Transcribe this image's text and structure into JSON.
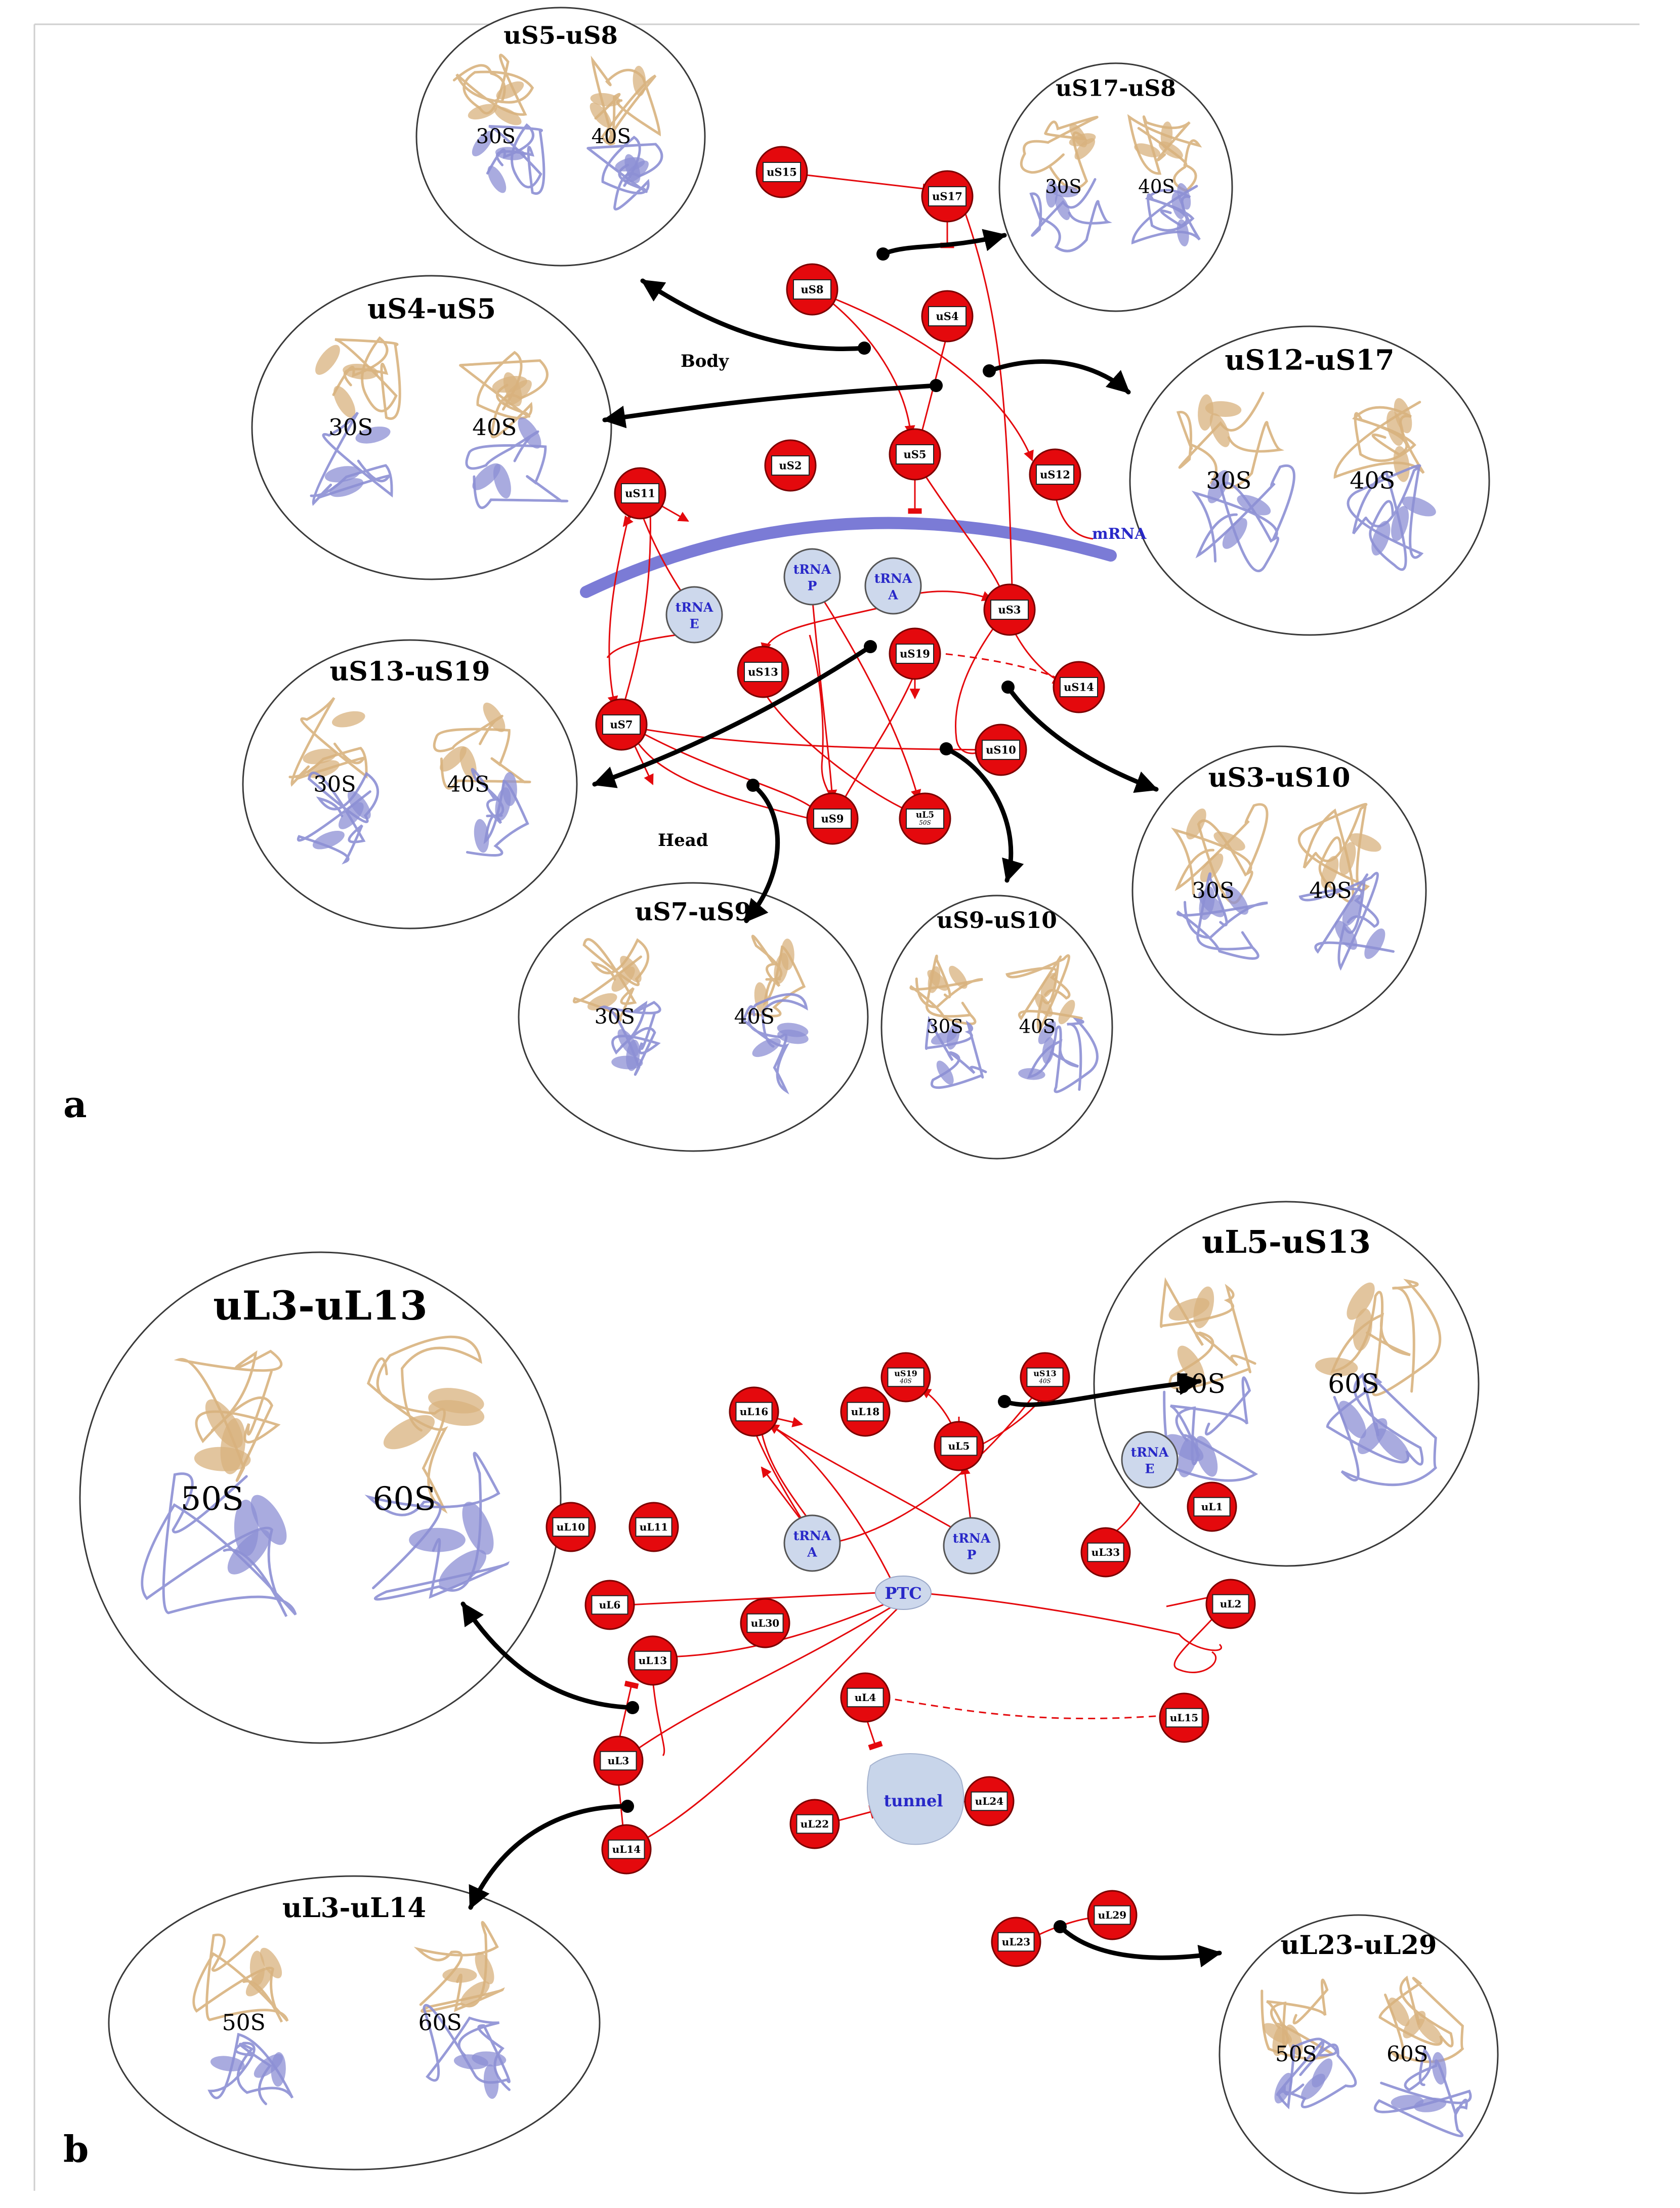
{
  "colors": {
    "node_fill": "#e4090d",
    "node_stroke": "#7a0000",
    "label_box": "#ffffff",
    "edge": "#e4090d",
    "callout": "#000000",
    "trna_fill": "#cdd8ec",
    "trna_text": "#2828c8",
    "mrna": "#7b7bd6",
    "protein_tan": "#d8b27e",
    "protein_blue": "#8c8fd4"
  },
  "panels": {
    "a": {
      "letter": "a",
      "region_labels": {
        "body": "Body",
        "head": "Head"
      },
      "mrna_label": "mRNA",
      "nodes": [
        {
          "id": "uS15",
          "label": "uS15"
        },
        {
          "id": "uS17",
          "label": "uS17"
        },
        {
          "id": "uS8",
          "label": "uS8"
        },
        {
          "id": "uS4",
          "label": "uS4"
        },
        {
          "id": "uS2",
          "label": "uS2"
        },
        {
          "id": "uS5",
          "label": "uS5"
        },
        {
          "id": "uS12",
          "label": "uS12"
        },
        {
          "id": "uS11",
          "label": "uS11"
        },
        {
          "id": "uS3",
          "label": "uS3"
        },
        {
          "id": "uS19",
          "label": "uS19"
        },
        {
          "id": "uS13",
          "label": "uS13"
        },
        {
          "id": "uS14",
          "label": "uS14"
        },
        {
          "id": "uS7",
          "label": "uS7"
        },
        {
          "id": "uS10",
          "label": "uS10"
        },
        {
          "id": "uS9",
          "label": "uS9"
        },
        {
          "id": "uL5a",
          "label": "uL5",
          "sub": "50S"
        }
      ],
      "trnas": [
        {
          "id": "tE",
          "line1": "tRNA",
          "line2": "E"
        },
        {
          "id": "tP",
          "line1": "tRNA",
          "line2": "P"
        },
        {
          "id": "tA",
          "line1": "tRNA",
          "line2": "A"
        }
      ],
      "bubbles": [
        {
          "id": "b_s5s8",
          "title": "uS5-uS8",
          "left": "30S",
          "right": "40S"
        },
        {
          "id": "b_s17s8",
          "title": "uS17-uS8",
          "left": "30S",
          "right": "40S"
        },
        {
          "id": "b_s4s5",
          "title": "uS4-uS5",
          "left": "30S",
          "right": "40S"
        },
        {
          "id": "b_s12s17",
          "title": "uS12-uS17",
          "left": "30S",
          "right": "40S"
        },
        {
          "id": "b_s13s19",
          "title": "uS13-uS19",
          "left": "30S",
          "right": "40S"
        },
        {
          "id": "b_s3s10",
          "title": "uS3-uS10",
          "left": "30S",
          "right": "40S"
        },
        {
          "id": "b_s7s9",
          "title": "uS7-uS9",
          "left": "30S",
          "right": "40S"
        },
        {
          "id": "b_s9s10",
          "title": "uS9-uS10",
          "left": "30S",
          "right": "40S"
        }
      ]
    },
    "b": {
      "letter": "b",
      "nodes": [
        {
          "id": "uL16",
          "label": "uL16"
        },
        {
          "id": "uL18",
          "label": "uL18"
        },
        {
          "id": "uS19b",
          "label": "uS19",
          "sub": "40S"
        },
        {
          "id": "uS13b",
          "label": "uS13",
          "sub": "40S"
        },
        {
          "id": "uL5b",
          "label": "uL5"
        },
        {
          "id": "uL1",
          "label": "uL1"
        },
        {
          "id": "uL33",
          "label": "uL33"
        },
        {
          "id": "uL10",
          "label": "uL10"
        },
        {
          "id": "uL11",
          "label": "uL11"
        },
        {
          "id": "uL6",
          "label": "uL6"
        },
        {
          "id": "uL30",
          "label": "uL30"
        },
        {
          "id": "uL2",
          "label": "uL2"
        },
        {
          "id": "uL13",
          "label": "uL13"
        },
        {
          "id": "uL4",
          "label": "uL4"
        },
        {
          "id": "uL15",
          "label": "uL15"
        },
        {
          "id": "uL3",
          "label": "uL3"
        },
        {
          "id": "uL22",
          "label": "uL22"
        },
        {
          "id": "uL24",
          "label": "uL24"
        },
        {
          "id": "uL14",
          "label": "uL14"
        },
        {
          "id": "uL29",
          "label": "uL29"
        },
        {
          "id": "uL23",
          "label": "uL23"
        }
      ],
      "trnas": [
        {
          "id": "tAb",
          "line1": "tRNA",
          "line2": "A"
        },
        {
          "id": "tPb",
          "line1": "tRNA",
          "line2": "P"
        },
        {
          "id": "tEb",
          "line1": "tRNA",
          "line2": "E"
        }
      ],
      "ptc_label": "PTC",
      "tunnel_label": "tunnel",
      "bubbles": [
        {
          "id": "b_l3l13",
          "title": "uL3-uL13",
          "left": "50S",
          "right": "60S"
        },
        {
          "id": "b_l5s13",
          "title": "uL5-uS13",
          "left": "50S",
          "right": "60S"
        },
        {
          "id": "b_l3l14",
          "title": "uL3-uL14",
          "left": "50S",
          "right": "60S"
        },
        {
          "id": "b_l23l29",
          "title": "uL23-uL29",
          "left": "50S",
          "right": "60S"
        }
      ]
    }
  }
}
